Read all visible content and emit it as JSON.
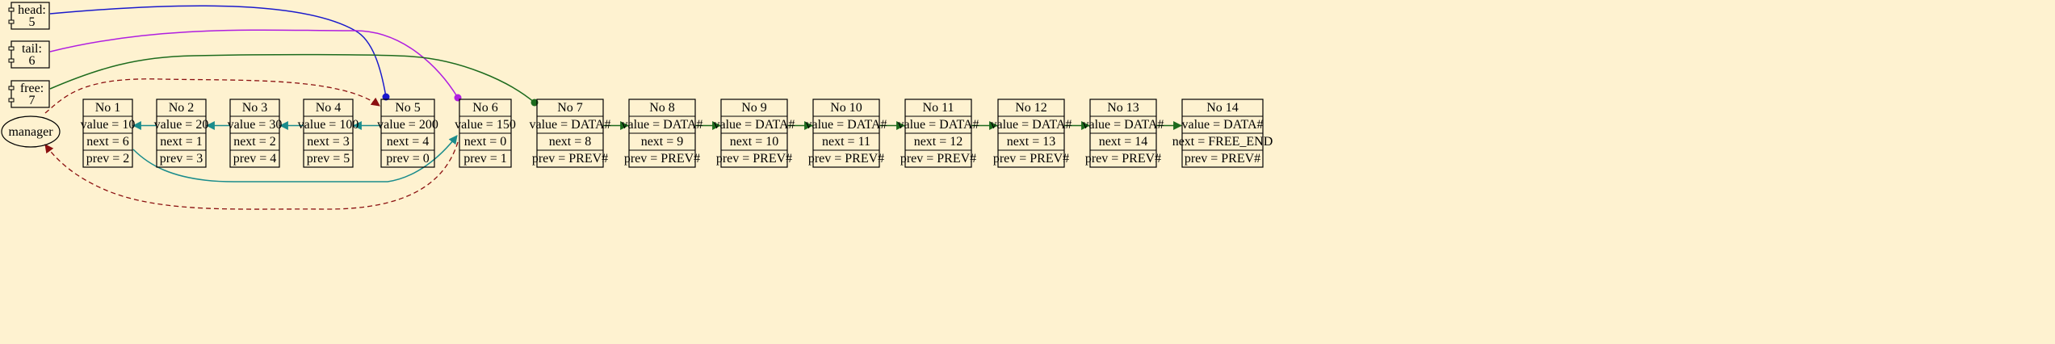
{
  "pointers": [
    {
      "label": "head:",
      "value": "5"
    },
    {
      "label": "tail:",
      "value": "6"
    },
    {
      "label": "free:",
      "value": "7"
    }
  ],
  "manager": {
    "label": "manager"
  },
  "nodes": [
    {
      "title": "No 1",
      "value": "value = 10",
      "next": "next = 6",
      "prev": "prev = 2"
    },
    {
      "title": "No 2",
      "value": "value = 20",
      "next": "next = 1",
      "prev": "prev = 3"
    },
    {
      "title": "No 3",
      "value": "value = 30",
      "next": "next = 2",
      "prev": "prev = 4"
    },
    {
      "title": "No 4",
      "value": "value = 100",
      "next": "next = 3",
      "prev": "prev = 5"
    },
    {
      "title": "No 5",
      "value": "value = 200",
      "next": "next = 4",
      "prev": "prev = 0"
    },
    {
      "title": "No 6",
      "value": "value = 150",
      "next": "next = 0",
      "prev": "prev = 1"
    },
    {
      "title": "No 7",
      "value": "value = DATA#",
      "next": "next = 8",
      "prev": "prev = PREV#"
    },
    {
      "title": "No 8",
      "value": "value = DATA#",
      "next": "next = 9",
      "prev": "prev = PREV#"
    },
    {
      "title": "No 9",
      "value": "value = DATA#",
      "next": "next = 10",
      "prev": "prev = PREV#"
    },
    {
      "title": "No 10",
      "value": "value = DATA#",
      "next": "next = 11",
      "prev": "prev = PREV#"
    },
    {
      "title": "No 11",
      "value": "value = DATA#",
      "next": "next = 12",
      "prev": "prev = PREV#"
    },
    {
      "title": "No 12",
      "value": "value = DATA#",
      "next": "next = 13",
      "prev": "prev = PREV#"
    },
    {
      "title": "No 13",
      "value": "value = DATA#",
      "next": "next = 14",
      "prev": "prev = PREV#"
    },
    {
      "title": "No 14",
      "value": "value = DATA#",
      "next": "next = FREE_END",
      "prev": "prev = PREV#"
    }
  ],
  "colors": {
    "background": "#fef2d0",
    "head": "#1a1acc",
    "tail": "#b01ee0",
    "free": "#1d6b1d",
    "manager_link": "#8b1010",
    "used_link": "#1a8c8c",
    "free_link": "#1d6b1d"
  }
}
